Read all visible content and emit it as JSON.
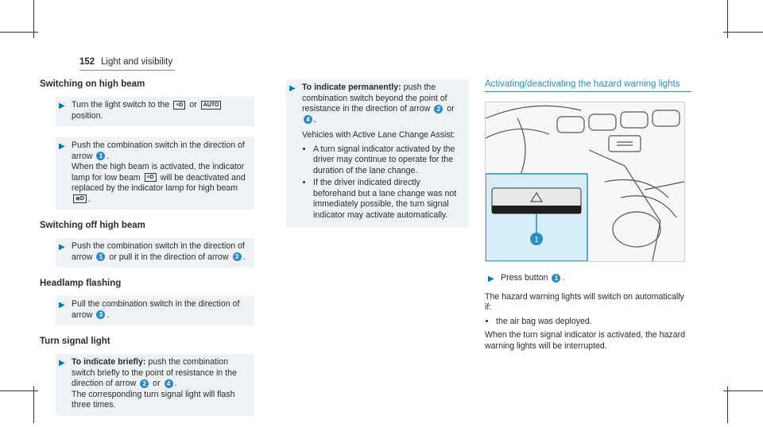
{
  "header": {
    "page_number": "152",
    "title": "Light and visibility"
  },
  "col1": {
    "h1": "Switching on high beam",
    "s1": "Turn the light switch to the",
    "s1_or": "or",
    "s1_pos": "position.",
    "s2_a": "Push the combination switch in the direction of arrow",
    "s2_b": "When the high beam is activated, the indicator lamp for low beam",
    "s2_c": "will be deactivated and replaced by the indicator lamp for high beam",
    "h2": "Switching off high beam",
    "s3_a": "Push the combination switch in the direction of arrow",
    "s3_b": "or pull it in the direction of arrow",
    "h3": "Headlamp flashing",
    "s4": "Pull the combination switch in the direction of arrow",
    "h4": "Turn signal light",
    "s5_bold": "To indicate briefly:",
    "s5_a": "push the combination switch briefly to the point of resistance in the direction of arrow",
    "s5_b": "The corresponding turn signal light will flash three times.",
    "auto_label": "AUTO",
    "or_word": "or"
  },
  "col2": {
    "s1_bold": "To indicate permanently:",
    "s1_a": "push the combination switch beyond the point of resistance in the direction of arrow",
    "assist": "Vehicles with Active Lane Change Assist:",
    "bullets": [
      "A turn signal indicator activated by the driver may continue to operate for the duration of the lane change.",
      "If the driver indicated directly beforehand but a lane change was not immediately possible, the turn signal indicator may activate automatically."
    ]
  },
  "col3": {
    "title": "Activating/deactivating the hazard warning lights",
    "press": "Press button",
    "p1": "The hazard warning lights will switch on automatically if:",
    "bullets": [
      "the air bag was deployed."
    ],
    "p2": "When the turn signal indicator is activated, the hazard warning lights will be interrupted."
  },
  "markers": {
    "m1": "1",
    "m2": "2",
    "m3": "3",
    "m4": "4"
  }
}
